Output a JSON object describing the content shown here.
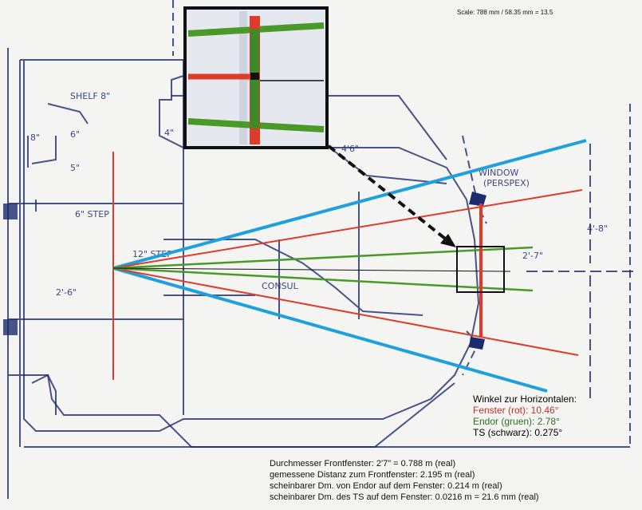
{
  "scale_label": "Scale: 788 mm / 58.35 mm = 13.5",
  "angles": {
    "title": "Winkel zur Horizontalen:",
    "window": "Fenster (rot): 10.46°",
    "endor": "Endor (gruen): 2.78°",
    "ts": "TS (schwarz): 0.275°"
  },
  "notes": [
    "Durchmesser Frontfenster:   2'7\" = 0.788 m (real)",
    "gemessene Distanz  zum Frontfenster:    2.195 m (real)",
    "scheinbarer Dm. von Endor auf dem Fenster: 0.214 m (real)",
    "scheinbarer Dm. des TS auf dem Fenster: 0.0216 m = 21.6 mm (real)"
  ],
  "blueprint_labels": {
    "shelf": "SHELF 8\"",
    "eight": "8\"",
    "six": "6\"",
    "five": "5\"",
    "four": "4\"",
    "four_six": "4'6\"",
    "step6": "6\" STEP",
    "step12": "12\" STEP",
    "width": "2'-6\"",
    "consul": "CONSUL",
    "window": "WINDOW",
    "perspex": "(PERSPEX)",
    "height": "4'-8\"",
    "window_dim": "2'-7\""
  },
  "colors": {
    "window": "#e03a2a",
    "endor": "#4a9a2a",
    "fov": "#1ea0dc",
    "ts": "#111111",
    "blueprint": "#1c2a6e"
  }
}
